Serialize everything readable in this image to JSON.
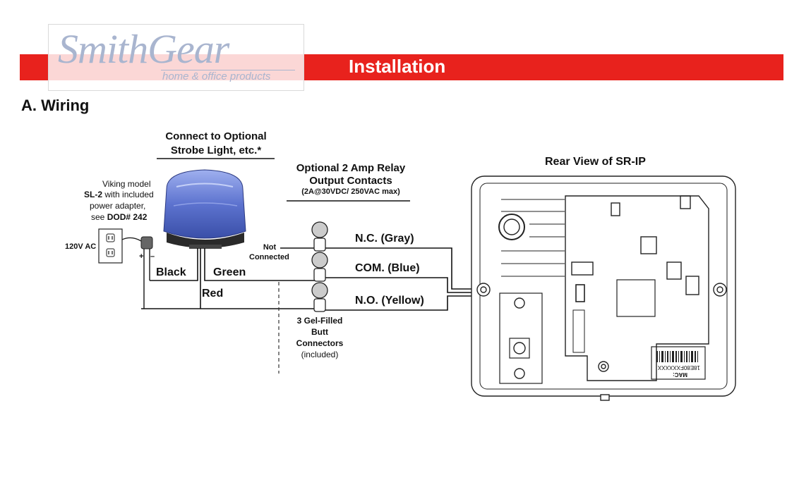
{
  "header": {
    "logo_name": "SmithGear",
    "logo_tagline": "home & office products",
    "title": "Installation"
  },
  "section_heading": "A.  Wiring",
  "labels": {
    "strobe_heading_1": "Connect to Optional",
    "strobe_heading_2": "Strobe Light, etc.*",
    "viking_1": "Viking model",
    "viking_2a": "SL-2",
    "viking_2b": " with included",
    "viking_3": "power adapter,",
    "viking_4a": "see ",
    "viking_4b": "DOD# 242",
    "ac": "120V AC",
    "plus": "+",
    "minus": "–",
    "black": "Black",
    "green": "Green",
    "red": "Red",
    "not_connected_1": "Not",
    "not_connected_2": "Connected",
    "relay_1": "Optional 2 Amp Relay",
    "relay_2": "Output Contacts",
    "relay_3": "(2A@30VDC/ 250VAC max)",
    "nc": "N.C. (Gray)",
    "com": "COM. (Blue)",
    "no": "N.O. (Yellow)",
    "gel_1": "3 Gel-Filled",
    "gel_2": "Butt",
    "gel_3": "Connectors",
    "gel_4": "(included)",
    "rear_view": "Rear View of SR-IP",
    "mac_value": "18E80FXXXXXX",
    "mac_label": "MAC:"
  },
  "colors": {
    "banner": "#e8221d",
    "logo": "#a9b5cf",
    "strobe_dome": "#6f83d6"
  }
}
